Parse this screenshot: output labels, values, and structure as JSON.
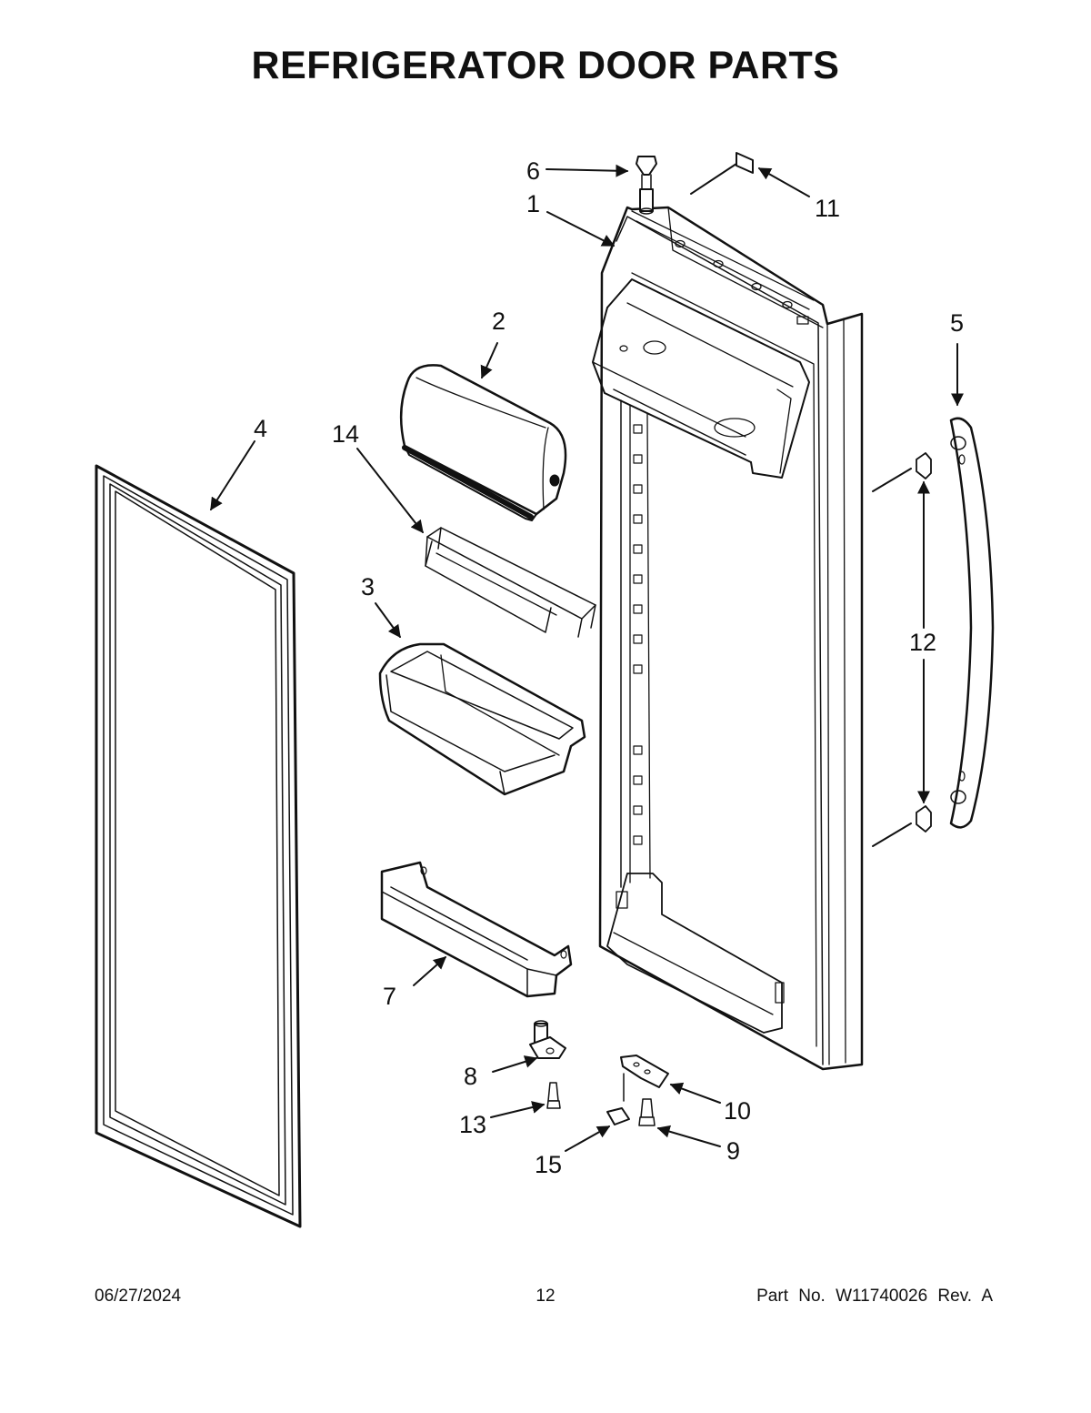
{
  "title": "REFRIGERATOR DOOR PARTS",
  "callouts": {
    "c1": "1",
    "c2": "2",
    "c3": "3",
    "c4": "4",
    "c5": "5",
    "c6": "6",
    "c7": "7",
    "c8": "8",
    "c9": "9",
    "c10": "10",
    "c11": "11",
    "c12": "12",
    "c13": "13",
    "c14": "14",
    "c15": "15"
  },
  "footer": {
    "date": "06/27/2024",
    "page": "12",
    "part": "Part No.  W11740026  Rev.  A"
  }
}
